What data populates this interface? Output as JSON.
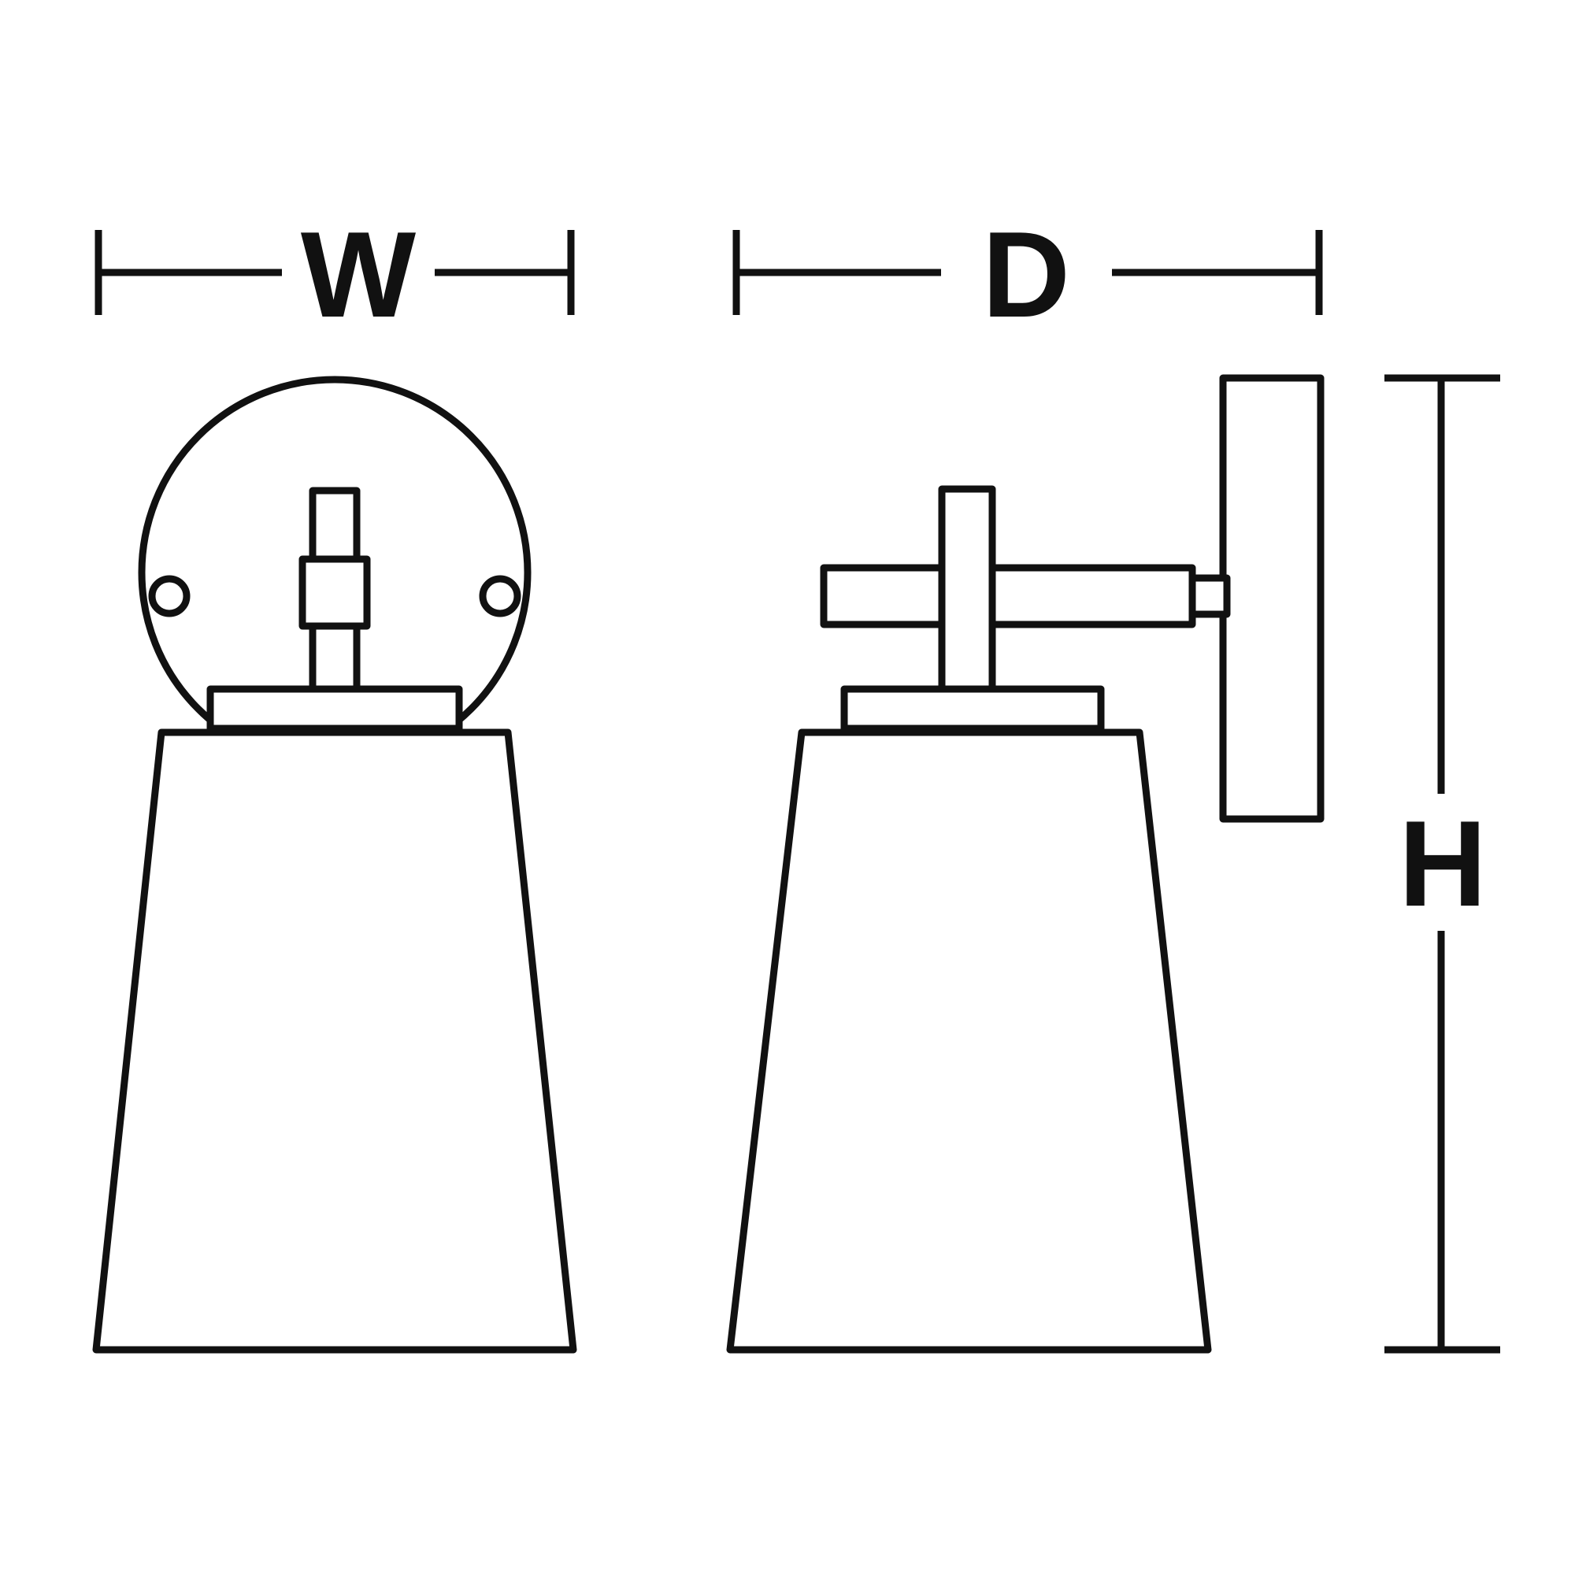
{
  "diagram": {
    "title": "wall-sconce-dimension-drawing",
    "labels": {
      "width": "W",
      "depth": "D",
      "height": "H"
    },
    "colors": {
      "line": "#111111",
      "background": "#ffffff"
    }
  }
}
